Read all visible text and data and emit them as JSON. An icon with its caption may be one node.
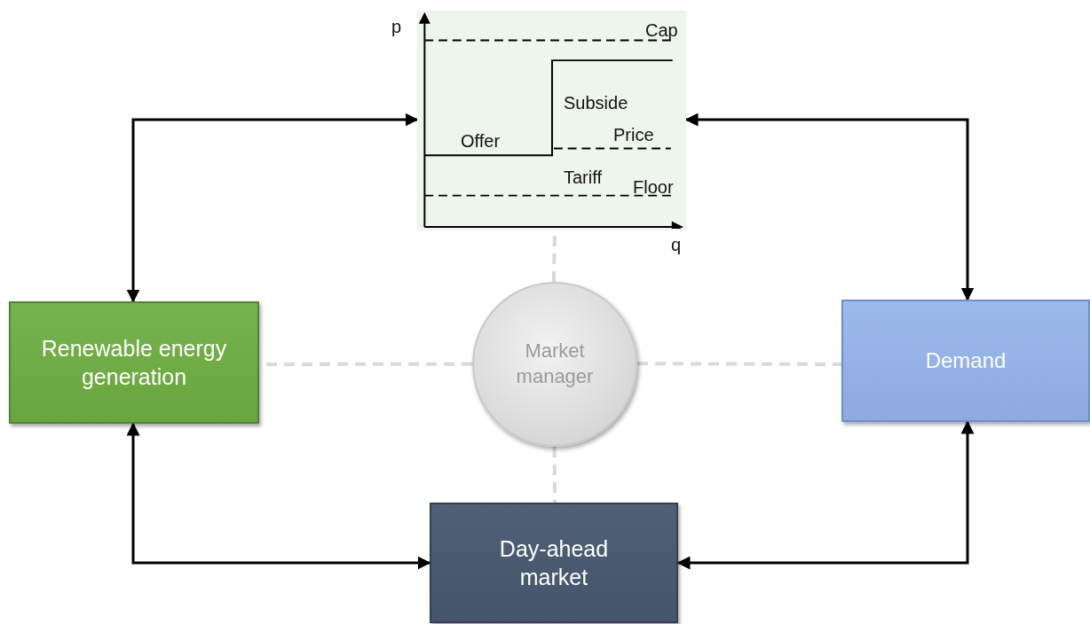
{
  "diagram": {
    "nodes": [
      {
        "text": [],
        "shape": "picture"
      },
      {
        "text": [
          "Renewable energy generation"
        ]
      },
      {
        "text": [
          "Market manager"
        ]
      },
      {
        "text": [
          "Demand"
        ]
      },
      {
        "text": [
          "Day-ahead market"
        ]
      }
    ],
    "edges": [
      {
        "from": 1,
        "to": 0,
        "arrow": "both"
      },
      {
        "from": 3,
        "to": 0,
        "arrow": "both"
      },
      {
        "from": 1,
        "to": 4,
        "arrow": "both"
      },
      {
        "from": 3,
        "to": 4,
        "arrow": "both"
      },
      {
        "from": 2,
        "to": 0,
        "arrow": "none",
        "style": "dashed",
        "color": "#d9d9d9"
      },
      {
        "from": 2,
        "to": 1,
        "arrow": "none",
        "style": "dashed",
        "color": "#d9d9d9"
      },
      {
        "from": 2,
        "to": 3,
        "arrow": "none",
        "style": "dashed",
        "color": "#d9d9d9"
      },
      {
        "from": 2,
        "to": 4,
        "arrow": "none",
        "style": "dashed",
        "color": "#d9d9d9"
      }
    ],
    "labels": [
      "p",
      "Cap",
      "Subside",
      "Offer",
      "Price",
      "Tariff",
      "Floor",
      "q"
    ]
  }
}
